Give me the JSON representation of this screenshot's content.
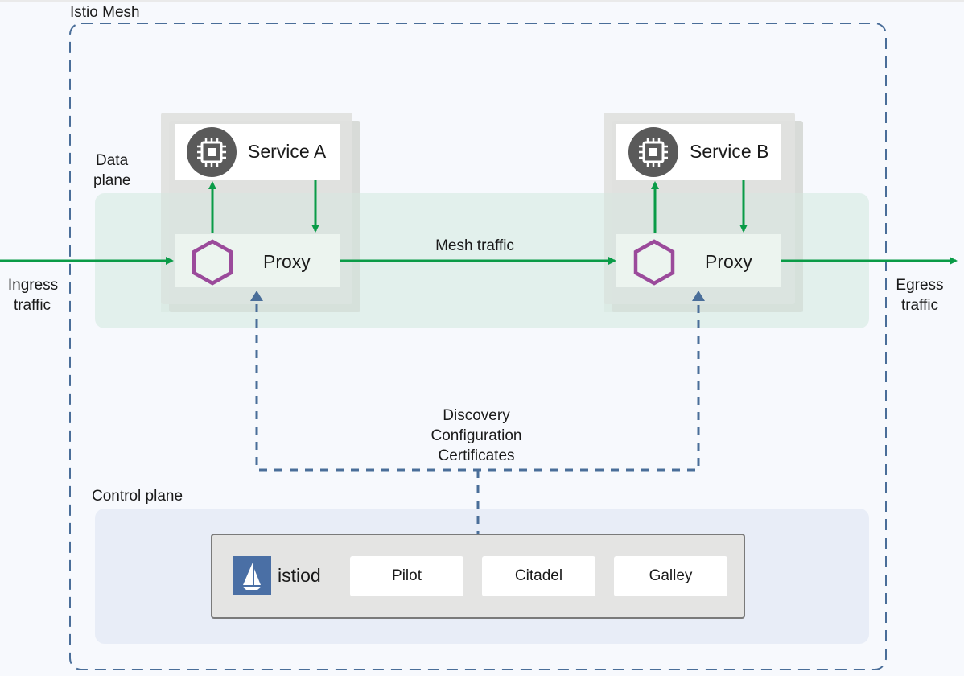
{
  "mesh": {
    "title": "Istio Mesh"
  },
  "data_plane": {
    "label_line1": "Data",
    "label_line2": "plane"
  },
  "control_plane": {
    "label": "Control plane"
  },
  "service_a": {
    "label": "Service A",
    "icon": "cpu-chip-icon",
    "proxy_label": "Proxy"
  },
  "service_b": {
    "label": "Service B",
    "icon": "cpu-chip-icon",
    "proxy_label": "Proxy"
  },
  "traffic": {
    "ingress_line1": "Ingress",
    "ingress_line2": "traffic",
    "egress_line1": "Egress",
    "egress_line2": "traffic",
    "mesh": "Mesh traffic"
  },
  "control_flow": {
    "line1": "Discovery",
    "line2": "Configuration",
    "line3": "Certificates"
  },
  "istiod": {
    "label": "istiod",
    "icon": "istio-sail-logo-icon",
    "components": [
      "Pilot",
      "Citadel",
      "Galley"
    ]
  },
  "colors": {
    "mesh_border": "#4a6e99",
    "data_plane_fill": "#e2f0ec",
    "control_plane_fill": "#e8edf7",
    "traffic_arrow": "#0a9b47",
    "control_arrow": "#4a6e99",
    "proxy_hexagon": "#9b4a9b",
    "chip_icon": "#5a5a5a",
    "istio_blue": "#4a6fa5"
  }
}
